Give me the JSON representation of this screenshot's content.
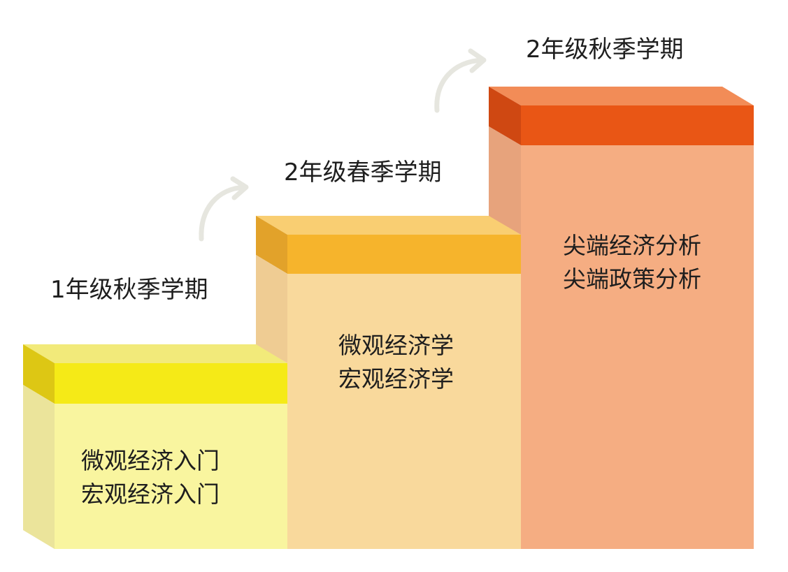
{
  "stages": [
    {
      "term": "1年级秋季学期",
      "courses": [
        "微观经济入门",
        "宏观经济入门"
      ],
      "colors": {
        "band": "#f5ea17",
        "band_side": "#ddc714",
        "top": "#f2ea7a",
        "body": "#f9f59f",
        "body_side": "#ebe49b"
      }
    },
    {
      "term": "2年级春季学期",
      "courses": [
        "微观经济学",
        "宏观经济学"
      ],
      "colors": {
        "band": "#f6b42c",
        "band_side": "#e2a22a",
        "top": "#f9ce72",
        "body": "#f9d99c",
        "body_side": "#efcc93"
      }
    },
    {
      "term": "2年级秋季学期",
      "courses": [
        "尖端经济分析",
        "尖端政策分析"
      ],
      "colors": {
        "band": "#e95615",
        "band_side": "#cf4812",
        "top": "#f28c57",
        "body": "#f5ad82",
        "body_side": "#e7a37c"
      }
    }
  ],
  "arrow_color": "#e6e6df"
}
